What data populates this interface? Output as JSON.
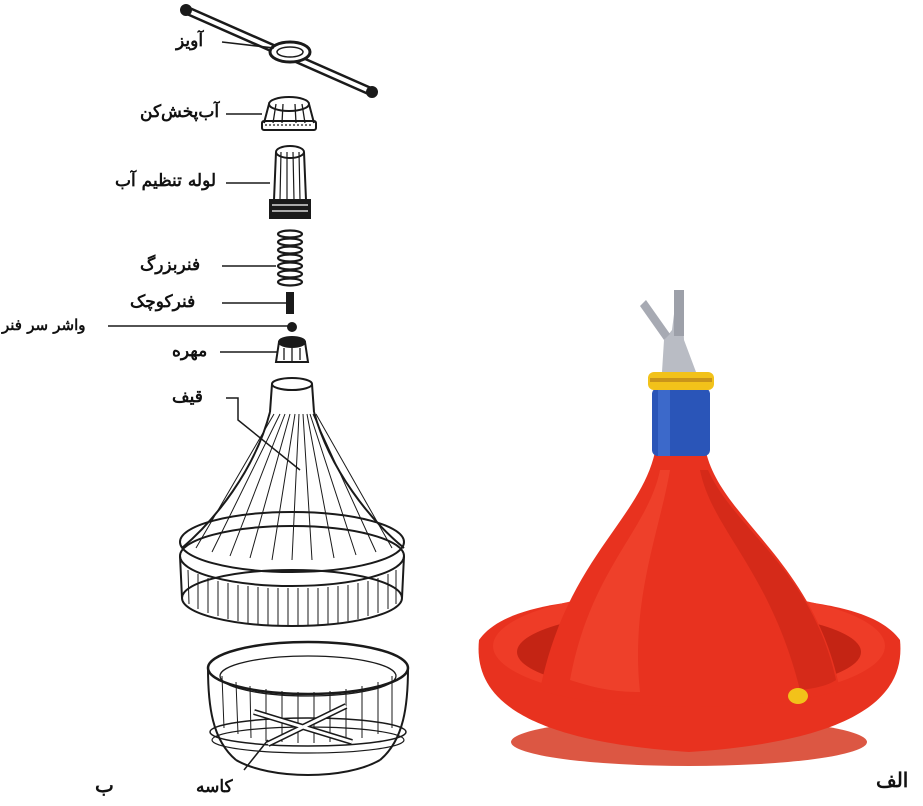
{
  "labels": {
    "hanger": "آویز",
    "water_distributor": "آب‌پخش‌کن",
    "water_regulator_tube": "لوله تنظیم آب",
    "big_spring": "فنربزرگ",
    "small_spring": "فنرکوچک",
    "spring_washer": "واشر سر فنر",
    "nut": "مهره",
    "funnel": "قیف",
    "bowl": "کاسه"
  },
  "panel_labels": {
    "left_drawing": "ب",
    "right_photo": "الف"
  },
  "colors": {
    "drinker_red": "#e8321f",
    "drinker_red_dark": "#c42414",
    "blue_tube": "#2a55b8",
    "yellow_ring": "#f2c21a",
    "grey_hook": "#b9bcc4",
    "ink": "#1a1a1a"
  }
}
